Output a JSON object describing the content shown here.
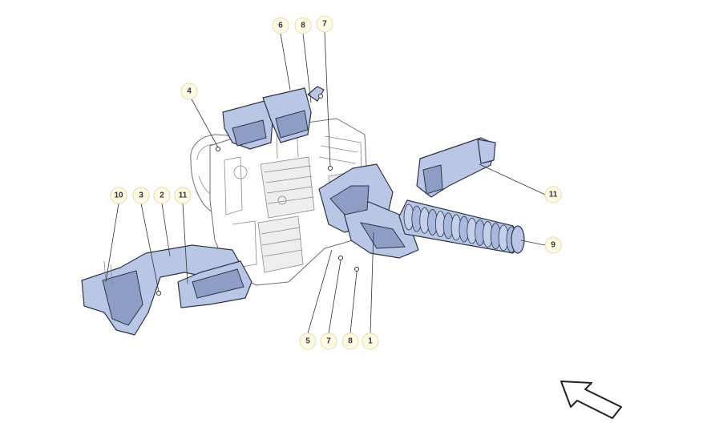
{
  "callouts": [
    {
      "id": "c6a",
      "label": "6"
    },
    {
      "id": "c8a",
      "label": "8"
    },
    {
      "id": "c7a",
      "label": "7"
    },
    {
      "id": "c4",
      "label": "4"
    },
    {
      "id": "c10",
      "label": "10"
    },
    {
      "id": "c3",
      "label": "3"
    },
    {
      "id": "c2",
      "label": "2"
    },
    {
      "id": "c11a",
      "label": "11"
    },
    {
      "id": "c11b",
      "label": "11"
    },
    {
      "id": "c9",
      "label": "9"
    },
    {
      "id": "c5",
      "label": "5"
    },
    {
      "id": "c7b",
      "label": "7"
    },
    {
      "id": "c8b",
      "label": "8"
    },
    {
      "id": "c1",
      "label": "1"
    }
  ],
  "colors": {
    "part_fill": "#b9c6e6",
    "part_outline": "#2d3445",
    "callout_fill": "#fffbe6"
  },
  "icons": {
    "direction": "front-direction-arrow-icon"
  }
}
